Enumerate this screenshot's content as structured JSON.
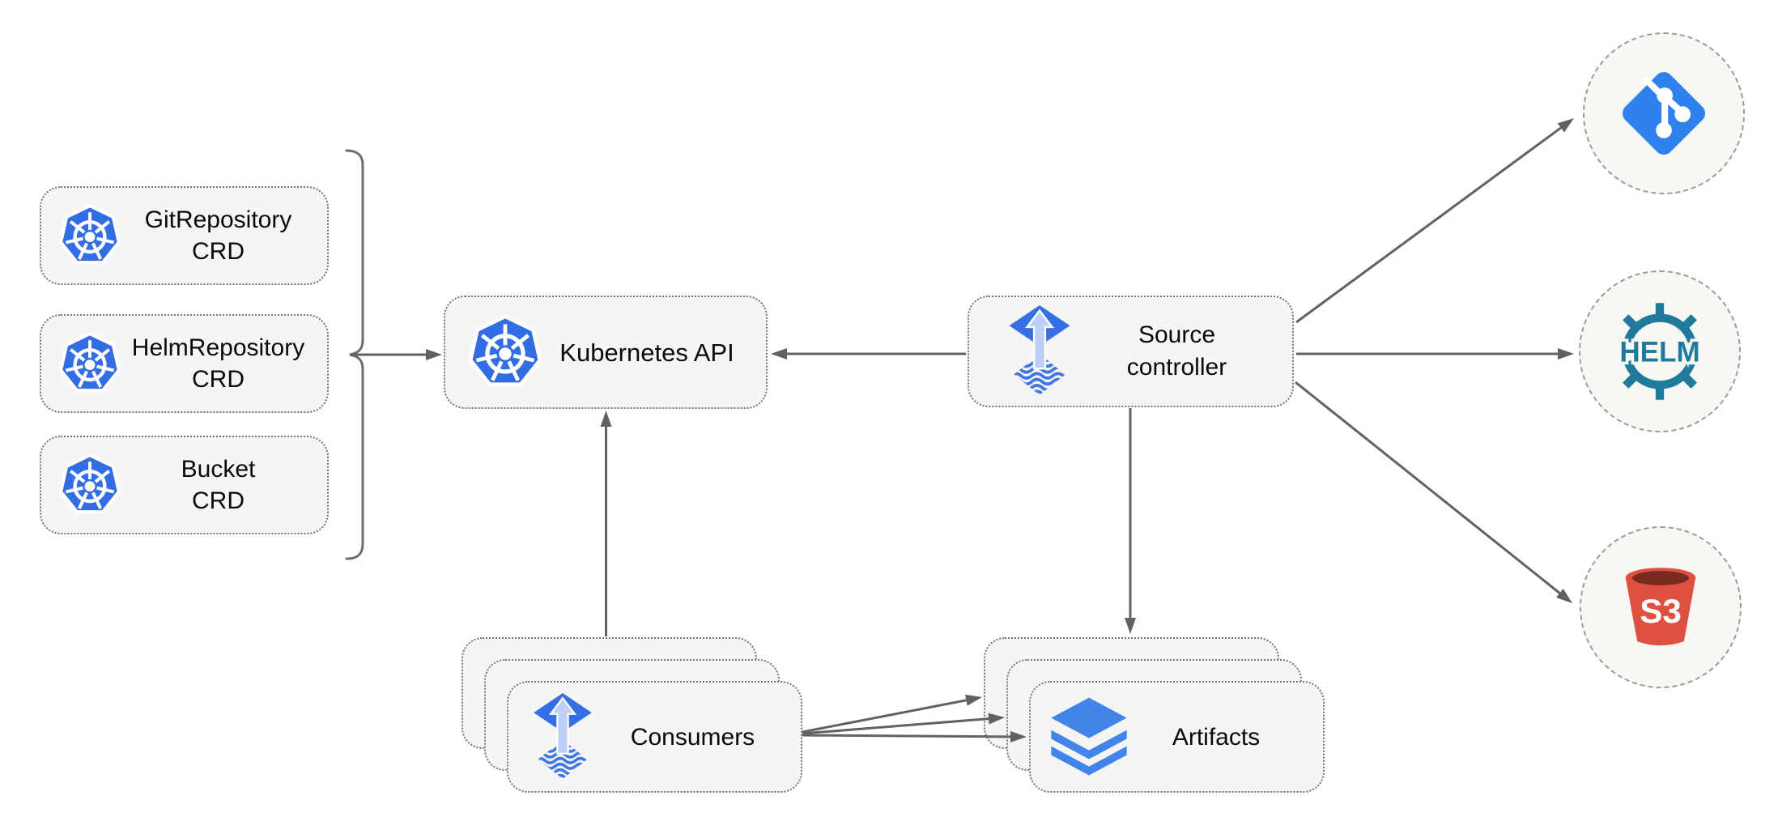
{
  "diagram": {
    "title_hint": "Flux source-controller architecture diagram",
    "crd_boxes": [
      {
        "icon": "kubernetes-icon",
        "line1": "GitRepository",
        "line2": "CRD"
      },
      {
        "icon": "kubernetes-icon",
        "line1": "HelmRepository",
        "line2": "CRD"
      },
      {
        "icon": "kubernetes-icon",
        "line1": "Bucket",
        "line2": "CRD"
      }
    ],
    "kubernetes_api": {
      "icon": "kubernetes-icon",
      "label": "Kubernetes API"
    },
    "source_controller": {
      "icon": "flux-icon",
      "line1": "Source",
      "line2": "controller"
    },
    "consumers": {
      "icon": "flux-icon",
      "label": "Consumers",
      "stacked": 3
    },
    "artifacts": {
      "icon": "layers-icon",
      "label": "Artifacts",
      "stacked": 3
    },
    "endpoints": [
      {
        "icon": "git-icon",
        "label": ""
      },
      {
        "icon": "helm-icon",
        "label": "HELM"
      },
      {
        "icon": "s3-icon",
        "label": "S3"
      }
    ],
    "helm_logo_text": "HELM",
    "s3_logo_text": "S3",
    "edges": [
      {
        "from": "crd-group-bracket",
        "to": "kubernetes-api"
      },
      {
        "from": "source-controller",
        "to": "kubernetes-api"
      },
      {
        "from": "consumers",
        "to": "kubernetes-api"
      },
      {
        "from": "source-controller",
        "to": "artifacts"
      },
      {
        "from": "source-controller",
        "to": "git-endpoint"
      },
      {
        "from": "source-controller",
        "to": "helm-endpoint"
      },
      {
        "from": "source-controller",
        "to": "s3-endpoint"
      },
      {
        "from": "consumers",
        "to": "artifacts-back"
      },
      {
        "from": "consumers",
        "to": "artifacts-middle"
      },
      {
        "from": "consumers",
        "to": "artifacts-front"
      }
    ],
    "colors": {
      "box_fill": "#f5f5f5",
      "box_border": "#757575",
      "circle_fill": "#f7f7f4",
      "circle_border": "#9b9b9b",
      "arrow": "#616161",
      "kubernetes_blue": "#336de6",
      "flux_blue": "#356fe6",
      "flux_arrow_light": "#bdcff4",
      "flux_wave": "#4277e3",
      "layers_blue": "#4285e8",
      "helm_teal": "#1f7a9c",
      "git_blue": "#2f81ed",
      "s3_red": "#de5141",
      "s3_dark_top": "#7b2a1f",
      "text": "#0a0a0a"
    }
  }
}
